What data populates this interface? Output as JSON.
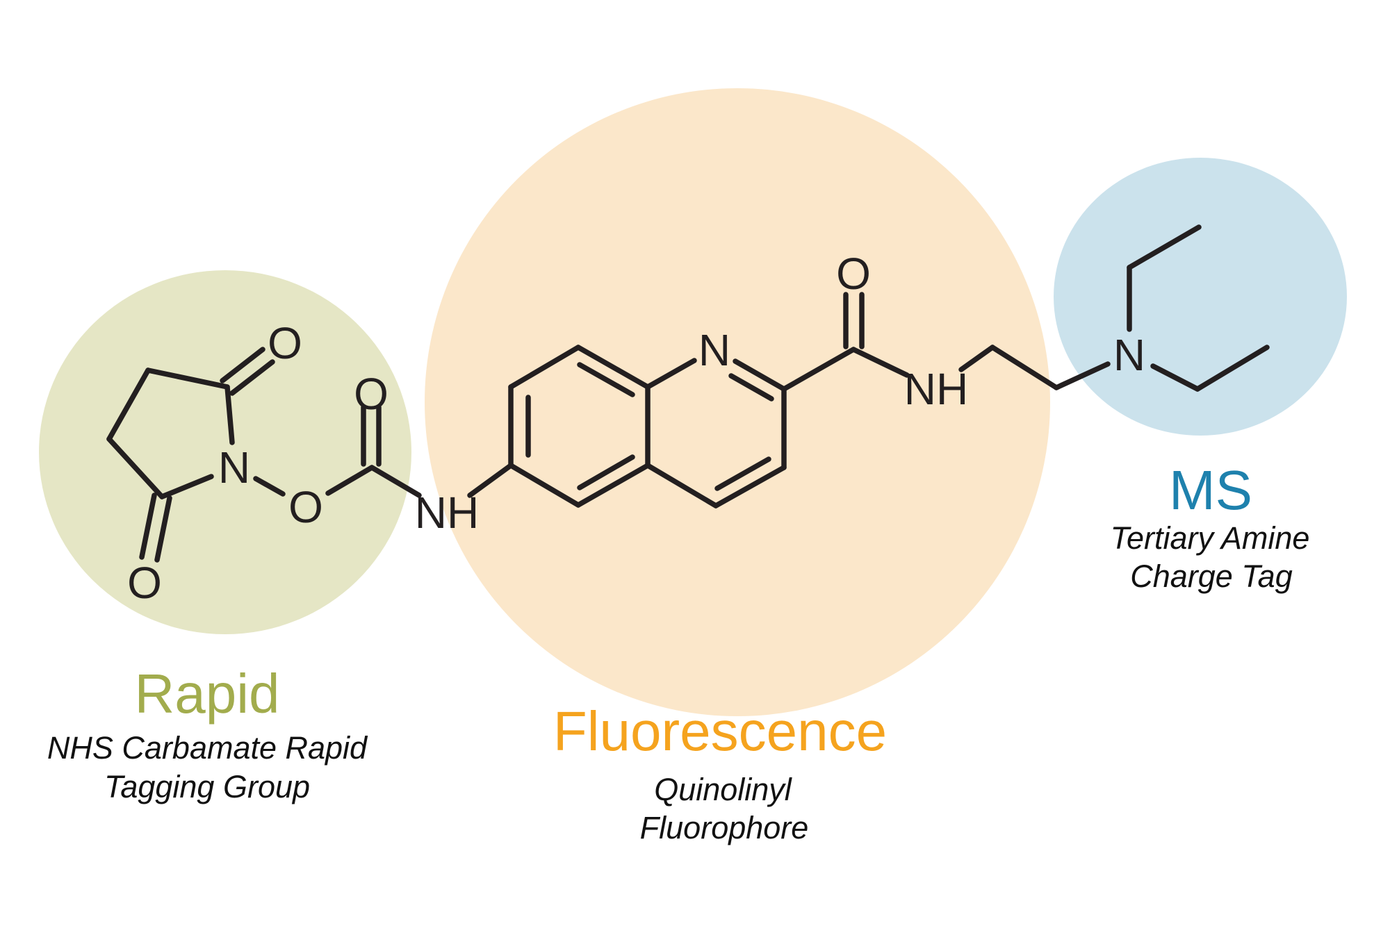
{
  "background_color": "#FFFFFF",
  "molecule": {
    "bond_color": "#231F20",
    "atom_color": "#231F20",
    "atom_labels": {
      "nhs_top_oxygen": "O",
      "nhs_bottom_oxygen": "O",
      "nhs_nitrogen": "N",
      "ester_oxygen": "O",
      "carbamate_oxygen": "O",
      "carbamate_nh": "NH",
      "quinoline_nitrogen": "N",
      "amide_oxygen": "O",
      "amide_nh": "NH",
      "tertiary_amine_nitrogen": "N"
    }
  },
  "regions": {
    "rapid": {
      "title": "Rapid",
      "subtitle_line1": "NHS Carbamate Rapid",
      "subtitle_line2": "Tagging Group",
      "title_color": "#A2AC4D",
      "highlight_fill": "#E5E6C5"
    },
    "fluorescence": {
      "title": "Fluorescence",
      "subtitle_line1": "Quinolinyl",
      "subtitle_line2": "Fluorophore",
      "title_color": "#F5A31E",
      "highlight_fill": "#FBE7CA"
    },
    "ms": {
      "title": "MS",
      "subtitle_line1": "Tertiary Amine",
      "subtitle_line2": "Charge Tag",
      "title_color": "#1E81AD",
      "highlight_fill": "#CBE2EC"
    }
  }
}
